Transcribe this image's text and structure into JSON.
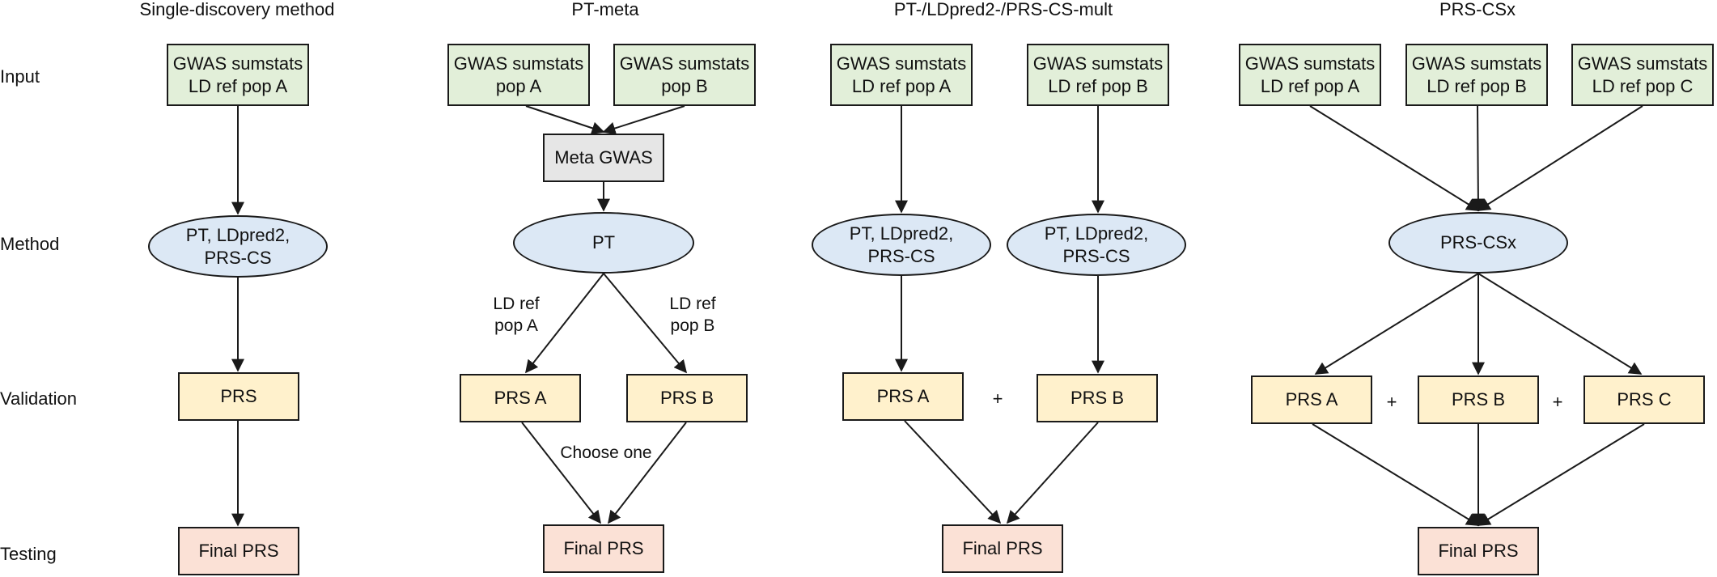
{
  "panels": [
    {
      "title": "Single-discovery method"
    },
    {
      "title": "PT-meta"
    },
    {
      "title": "PT-/LDpred2-/PRS-CS-mult"
    },
    {
      "title": "PRS-CSx"
    }
  ],
  "row_labels": {
    "input": "Input",
    "method": "Method",
    "validation": "Validation",
    "testing": "Testing"
  },
  "nodes": {
    "sd_input": "GWAS sumstats\nLD ref pop A",
    "sd_method": "PT, LDpred2,\nPRS-CS",
    "sd_prs": "PRS",
    "sd_final": "Final PRS",
    "pm_input_a": "GWAS sumstats\npop A",
    "pm_input_b": "GWAS sumstats\npop B",
    "pm_meta": "Meta GWAS",
    "pm_method": "PT",
    "pm_prs_a": "PRS A",
    "pm_prs_b": "PRS B",
    "pm_final": "Final PRS",
    "mu_input_a": "GWAS sumstats\nLD ref pop A",
    "mu_input_b": "GWAS sumstats\nLD ref pop B",
    "mu_method_a": "PT, LDpred2,\nPRS-CS",
    "mu_method_b": "PT, LDpred2,\nPRS-CS",
    "mu_prs_a": "PRS A",
    "mu_prs_b": "PRS B",
    "mu_final": "Final PRS",
    "cx_input_a": "GWAS sumstats\nLD ref pop A",
    "cx_input_b": "GWAS sumstats\nLD ref pop B",
    "cx_input_c": "GWAS sumstats\nLD ref pop C",
    "cx_method": "PRS-CSx",
    "cx_prs_a": "PRS A",
    "cx_prs_b": "PRS B",
    "cx_prs_c": "PRS C",
    "cx_final": "Final PRS"
  },
  "annotations": {
    "pm_ld_a": "LD ref\npop A",
    "pm_ld_b": "LD ref\npop B",
    "pm_choose": "Choose one",
    "plus_symbol": "+"
  },
  "colors": {
    "input": "#e2efd9",
    "meta": "#e6e6e6",
    "method": "#dce8f5",
    "validation": "#fff1cc",
    "testing": "#fbe1d6",
    "stroke": "#1a1a1a"
  }
}
